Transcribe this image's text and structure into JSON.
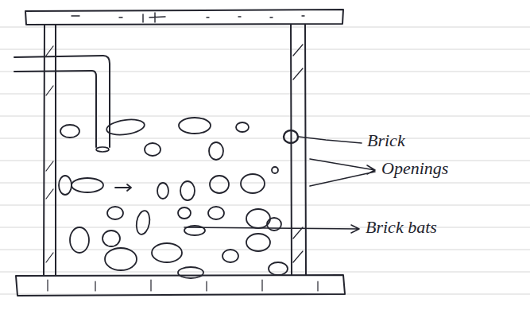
{
  "diagram": {
    "labels": [
      "Brick",
      "Openings",
      "Brick bats"
    ]
  }
}
